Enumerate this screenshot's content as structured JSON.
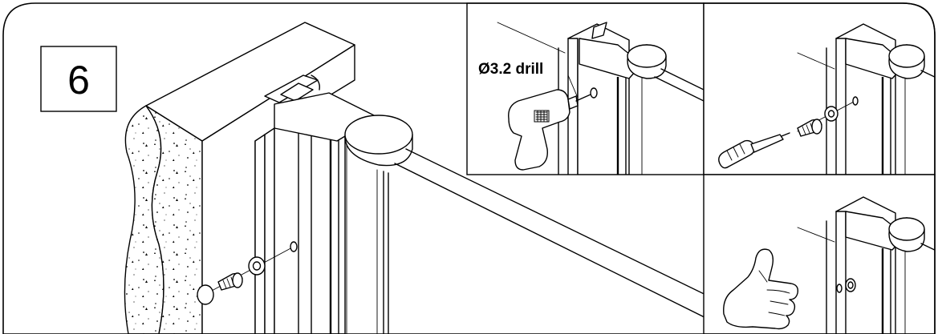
{
  "step": {
    "number": "6"
  },
  "callouts": {
    "drill_label": "Ø3.2 drill"
  },
  "panels": [
    {
      "name": "main-installed-view",
      "icon": "wall-profile-screw-assembly"
    },
    {
      "name": "drill-hole-detail",
      "icon": "drill-icon"
    },
    {
      "name": "screw-insert-detail",
      "icon": "screwdriver-icon"
    },
    {
      "name": "completed-detail",
      "icon": "thumbs-up-icon"
    }
  ]
}
